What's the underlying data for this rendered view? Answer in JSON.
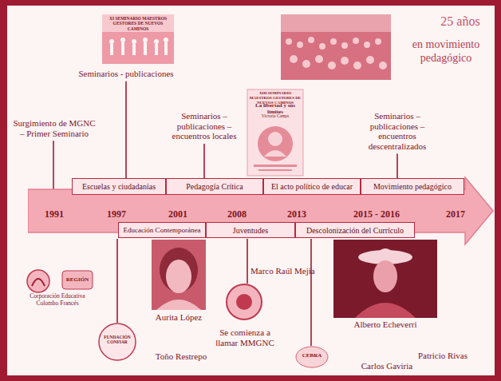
{
  "diagram": {
    "nodes": [
      {
        "text": [
          "1991",
          "1997",
          "2001",
          "2008",
          "2013",
          "2015 - 2016",
          "2017"
        ]
      },
      {
        "text": [
          "Escuelas y ciudadanías"
        ]
      },
      {
        "text": [
          "Pedagogía Crítica"
        ]
      },
      {
        "text": [
          "El acto político de educar"
        ]
      },
      {
        "text": [
          "Movimiento pedagógico"
        ]
      },
      {
        "text": [
          "Educación Contemporánea"
        ]
      },
      {
        "text": [
          "Juventudes"
        ]
      },
      {
        "text": [
          "Descolonización del Currículo"
        ]
      }
    ],
    "labels": [
      "Seminarios - publicaciones",
      "Surgimiento de MGNC – Primer Seminario",
      "Seminarios – publicaciones – encuentros locales",
      "Seminarios – publicaciones – encuentros descentralizados",
      "Aurita López",
      "Toño Restrepo",
      "Marco Raúl Mejía",
      "Se comienza a llamar MMGNC",
      "Alberto Echeverri",
      "Carlos Gaviria",
      "Patricio Rivas",
      "XI SEMINARIO MAESTROS GESTORES DE NUEVOS CAMINOS",
      "XIII SEMINARIO MAESTROS GESTORES DE NUEVOS CAMINOS",
      "La libertad y sus límites",
      "Victoria Camps",
      "25 años",
      "en movimiento pedagógico",
      "REGIÓN",
      "Corporación Educativa Colombo Francés",
      "FUNDACIÓN CONFIAR",
      "CEBRA"
    ]
  }
}
